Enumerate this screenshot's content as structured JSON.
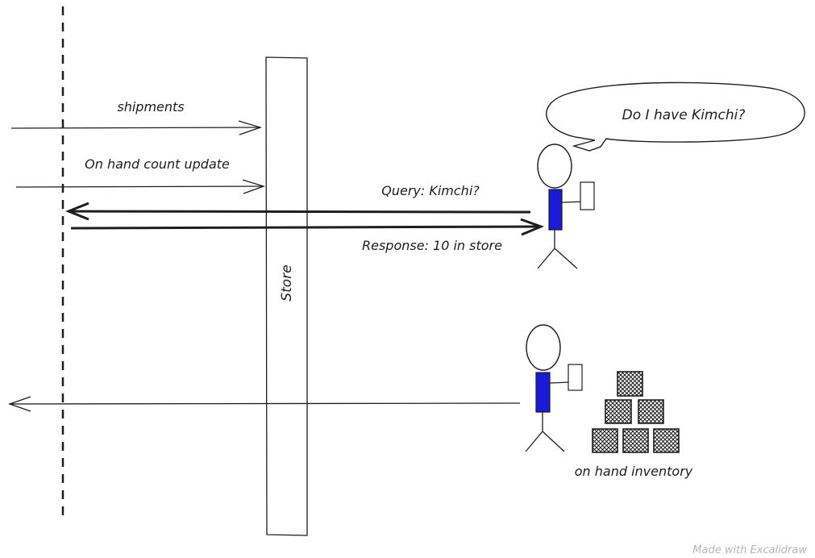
{
  "labels": {
    "shipments": "shipments",
    "on_hand_count_update": "On hand count update",
    "query": "Query: Kimchi?",
    "response": "Response: 10 in store",
    "store": "Store",
    "speech": "Do I have Kimchi?",
    "inventory": "on hand inventory",
    "watermark": "Made with Excalidraw"
  },
  "colors": {
    "stroke": "#1e1e1e",
    "body_fill": "#1a1adb",
    "background": "#ffffff",
    "watermark": "#b5b5b5"
  }
}
